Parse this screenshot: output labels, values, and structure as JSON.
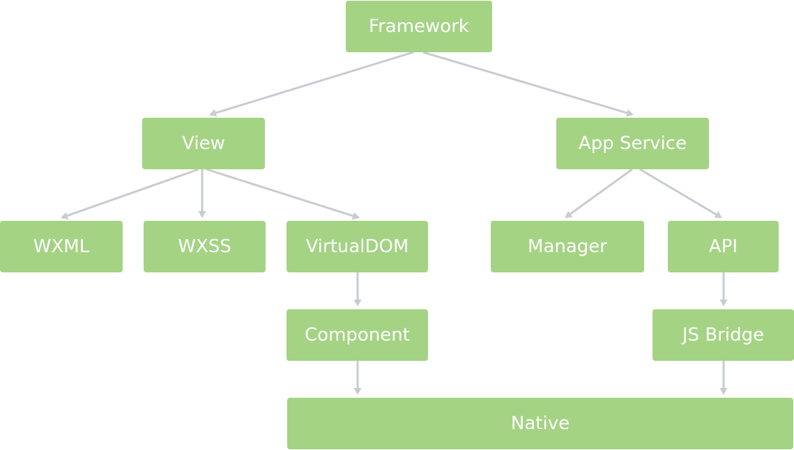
{
  "diagram": {
    "nodes": {
      "framework": "Framework",
      "view": "View",
      "app_service": "App Service",
      "wxml": "WXML",
      "wxss": "WXSS",
      "virtualdom": "VirtualDOM",
      "manager": "Manager",
      "api": "API",
      "component": "Component",
      "js_bridge": "JS Bridge",
      "native": "Native"
    },
    "edges": [
      [
        "framework",
        "view"
      ],
      [
        "framework",
        "app_service"
      ],
      [
        "view",
        "wxml"
      ],
      [
        "view",
        "wxss"
      ],
      [
        "view",
        "virtualdom"
      ],
      [
        "app_service",
        "manager"
      ],
      [
        "app_service",
        "api"
      ],
      [
        "virtualdom",
        "component"
      ],
      [
        "api",
        "js_bridge"
      ],
      [
        "component",
        "native"
      ],
      [
        "js_bridge",
        "native"
      ]
    ],
    "colors": {
      "node_fill": "#a4d384",
      "node_text": "#ffffff",
      "edge": "#c7cbd3"
    }
  }
}
